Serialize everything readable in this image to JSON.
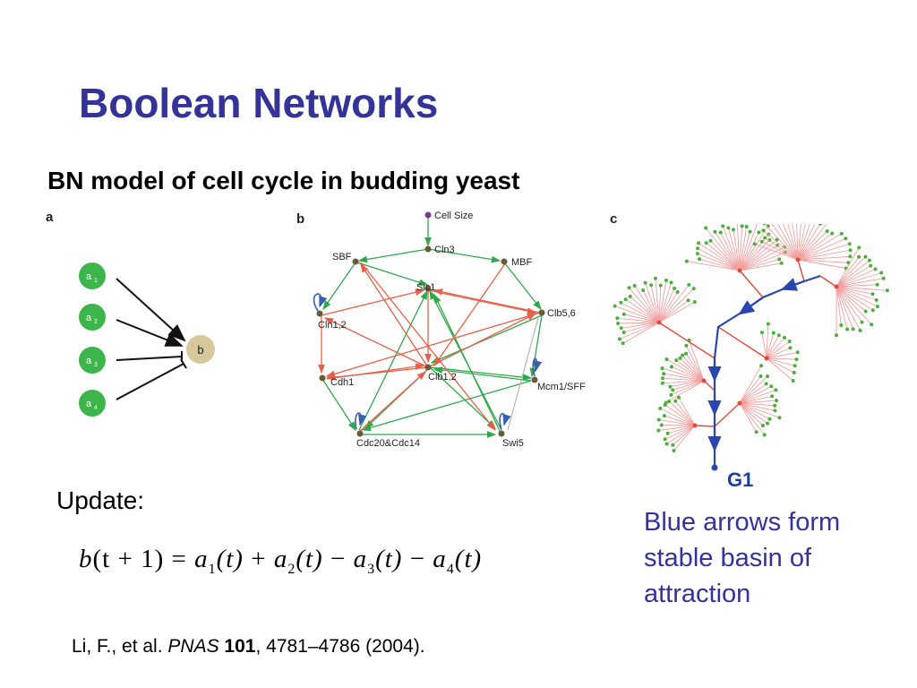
{
  "slide": {
    "title": "Boolean Networks",
    "subtitle": "BN model of cell cycle in budding yeast"
  },
  "panels": {
    "a": "a",
    "b": "b",
    "c": "c"
  },
  "panel_a": {
    "inputs": [
      {
        "base": "a",
        "sub": "1"
      },
      {
        "base": "a",
        "sub": "2"
      },
      {
        "base": "a",
        "sub": "3"
      },
      {
        "base": "a",
        "sub": "4"
      }
    ],
    "target": "b",
    "colors": {
      "input": "#3cb54a",
      "target": "#d6c89a"
    }
  },
  "panel_b": {
    "nodes": {
      "cellsize": "Cell Size",
      "cln3": "Cln3",
      "sbf": "SBF",
      "mbf": "MBF",
      "sic1": "Sic1",
      "cln12": "Cln1,2",
      "clb56": "Clb5,6",
      "cdh1": "Cdh1",
      "clb12": "Clb1,2",
      "mcm1": "Mcm1/SFF",
      "cdc20": "Cdc20&Cdc14",
      "swi5": "Swi5"
    },
    "colors": {
      "activation": "#2ea84a",
      "inhibition": "#e8604a",
      "self_loop": "#3a5fb0",
      "node": "#6b5a3a"
    }
  },
  "panel_c": {
    "attractor_label": "G1",
    "colors": {
      "dot": "#4caf3c",
      "fan": "#f2a0a0",
      "trunk": "#e04a3a",
      "basin": "#2a45b0"
    }
  },
  "update": {
    "label": "Update:",
    "equation": {
      "lhs_fn": "b",
      "lhs_arg": "(t + 1)",
      "terms": [
        {
          "sign": "=",
          "base": "a",
          "sub": "1",
          "arg": "(t)"
        },
        {
          "sign": "+",
          "base": "a",
          "sub": "2",
          "arg": "(t)"
        },
        {
          "sign": "−",
          "base": "a",
          "sub": "3",
          "arg": "(t)"
        },
        {
          "sign": "−",
          "base": "a",
          "sub": "4",
          "arg": "(t)"
        }
      ]
    }
  },
  "caption": {
    "lines": [
      "Blue arrows form",
      "stable basin of",
      "attraction"
    ]
  },
  "citation": {
    "authors": "Li, F., et al. ",
    "journal": "PNAS",
    "volume": "101",
    "pages": ", 4781–4786 (2004)."
  }
}
